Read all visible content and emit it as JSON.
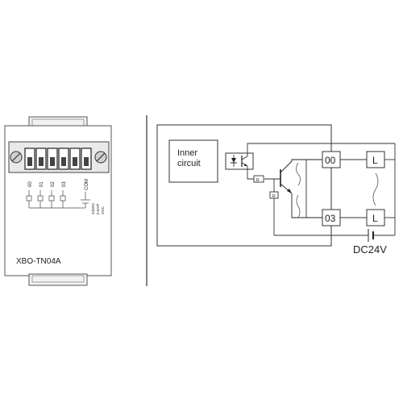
{
  "module": {
    "model": "XBO-TN04A",
    "terminal_labels": [
      "00",
      "01",
      "02",
      "03",
      "COM"
    ],
    "rating_lines": [
      "24VDC",
      "0.5A/P",
      "2A/C"
    ]
  },
  "circuit": {
    "inner_circuit": [
      "Inner",
      "circuit"
    ],
    "resistor_label": "R",
    "terminal_top": "00",
    "terminal_bottom": "03",
    "load_label": "L",
    "supply_label": "DC24V"
  }
}
